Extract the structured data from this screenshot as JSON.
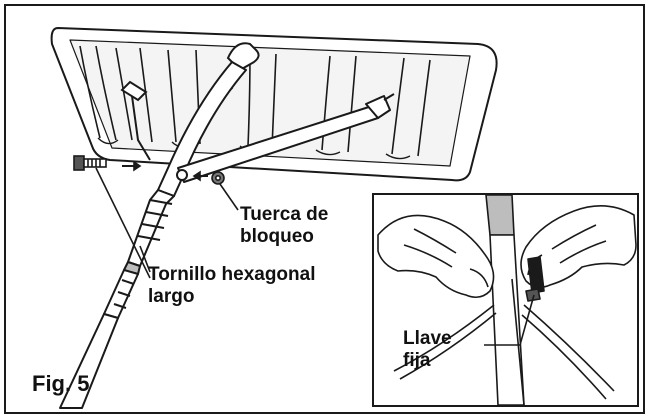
{
  "figure": {
    "label": "Fig. 5",
    "callouts": {
      "nut": [
        "Tuerca de",
        "bloqueo"
      ],
      "bolt": [
        "Tornillo hexagonal",
        "largo"
      ],
      "wrench": [
        "Llave",
        "fija"
      ]
    }
  },
  "colors": {
    "line": "#1a1a1a",
    "background": "#ffffff",
    "handle_grip": "#bdbdbd",
    "shading": "#e6e6e6"
  }
}
